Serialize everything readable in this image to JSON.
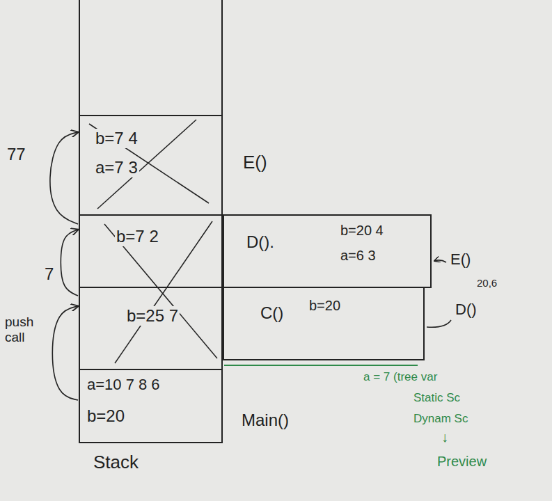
{
  "diagram": {
    "nodes": [
      {
        "text": [
          "Stack"
        ]
      },
      {
        "text": [
          "b=7 4",
          "a=7 3",
          "E()"
        ],
        "in": 0
      },
      {
        "text": [
          "b=7 2"
        ],
        "in": 0
      },
      {
        "text": [
          "b=25 7"
        ],
        "in": 0
      },
      {
        "text": [
          "a=10 7 8 6",
          "b=20",
          "Main()"
        ],
        "in": 0
      },
      {
        "text": [
          "D().",
          "b=20 4",
          "a=6 3"
        ]
      },
      {
        "text": [
          "C()",
          "b=20"
        ]
      }
    ],
    "edges": [
      {
        "from": 4,
        "to": 3,
        "arrow": "to",
        "label": "push call"
      },
      {
        "from": 3,
        "to": 2,
        "arrow": "to",
        "label": "7"
      },
      {
        "from": 2,
        "to": 1,
        "arrow": "to",
        "label": "77"
      }
    ],
    "labels": [
      "E()",
      "20,6",
      "D()",
      "a = 7 (tree var",
      "Static Sc",
      "Dynam Sc",
      "↓",
      "Preview"
    ]
  }
}
